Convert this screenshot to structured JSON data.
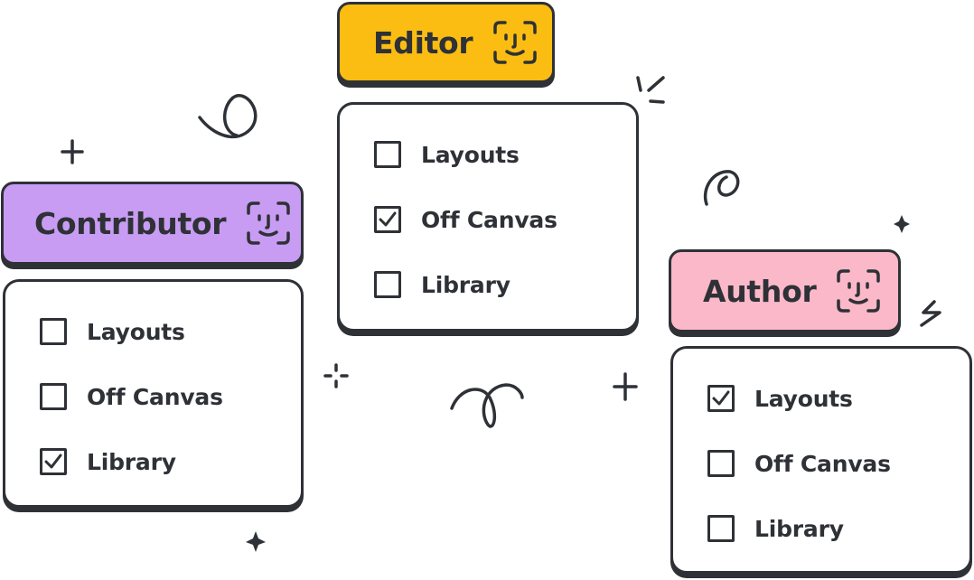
{
  "colors": {
    "ink": "#2e3136",
    "editor": "#fbbd12",
    "contributor": "#c89cf3",
    "author": "#fbb8c9",
    "card": "#ffffff"
  },
  "roles": {
    "editor": {
      "name": "Editor",
      "icon": "face-id-icon",
      "permissions": [
        {
          "label": "Layouts",
          "checked": false
        },
        {
          "label": "Off Canvas",
          "checked": true
        },
        {
          "label": "Library",
          "checked": false
        }
      ]
    },
    "contributor": {
      "name": "Contributor",
      "icon": "face-id-icon",
      "permissions": [
        {
          "label": "Layouts",
          "checked": false
        },
        {
          "label": "Off Canvas",
          "checked": false
        },
        {
          "label": "Library",
          "checked": true
        }
      ]
    },
    "author": {
      "name": "Author",
      "icon": "face-id-icon",
      "permissions": [
        {
          "label": "Layouts",
          "checked": true
        },
        {
          "label": "Off Canvas",
          "checked": false
        },
        {
          "label": "Library",
          "checked": false
        }
      ]
    }
  }
}
